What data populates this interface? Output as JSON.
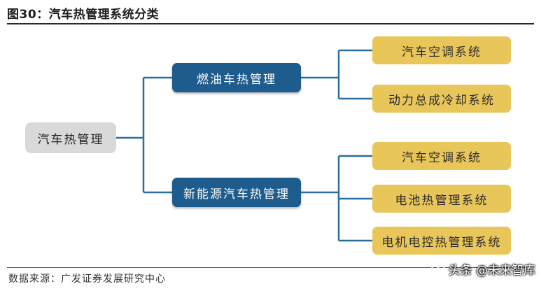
{
  "title": "图30：汽车热管理系统分类",
  "root": {
    "label": "汽车热管理"
  },
  "branches": [
    {
      "label": "燃油车热管理",
      "children": [
        "汽车空调系统",
        "动力总成冷却系统"
      ]
    },
    {
      "label": "新能源汽车热管理",
      "children": [
        "汽车空调系统",
        "电池热管理系统",
        "电机电控热管理系统"
      ]
    }
  ],
  "source": "数据来源：广发证券发展研究中心",
  "watermark": "头条 @未来智库",
  "colors": {
    "root_fill": "#d9d9d9",
    "branch_fill": "#1e5c8e",
    "leaf_fill": "#e9c65a",
    "connector": "#2a6f9e"
  }
}
